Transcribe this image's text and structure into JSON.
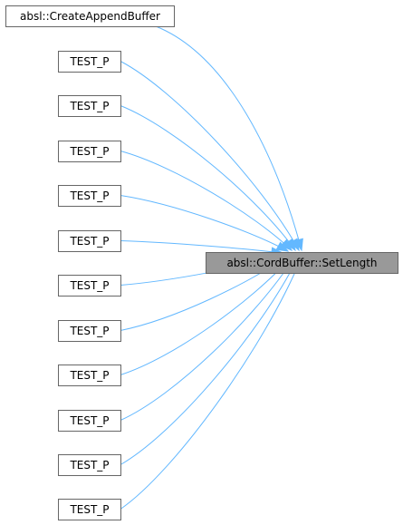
{
  "graph": {
    "target": {
      "id": "target",
      "label": "absl::CordBuffer::SetLength"
    },
    "callers": [
      {
        "id": "caller-0",
        "label": "absl::CreateAppendBuffer"
      },
      {
        "id": "caller-1",
        "label": "TEST_P"
      },
      {
        "id": "caller-2",
        "label": "TEST_P"
      },
      {
        "id": "caller-3",
        "label": "TEST_P"
      },
      {
        "id": "caller-4",
        "label": "TEST_P"
      },
      {
        "id": "caller-5",
        "label": "TEST_P"
      },
      {
        "id": "caller-6",
        "label": "TEST_P"
      },
      {
        "id": "caller-7",
        "label": "TEST_P"
      },
      {
        "id": "caller-8",
        "label": "TEST_P"
      },
      {
        "id": "caller-9",
        "label": "TEST_P"
      },
      {
        "id": "caller-10",
        "label": "TEST_P"
      },
      {
        "id": "caller-11",
        "label": "TEST_P"
      }
    ],
    "colors": {
      "edge": "#63b8ff",
      "node_border": "#666666",
      "target_fill": "#999999",
      "node_fill": "#ffffff"
    }
  }
}
